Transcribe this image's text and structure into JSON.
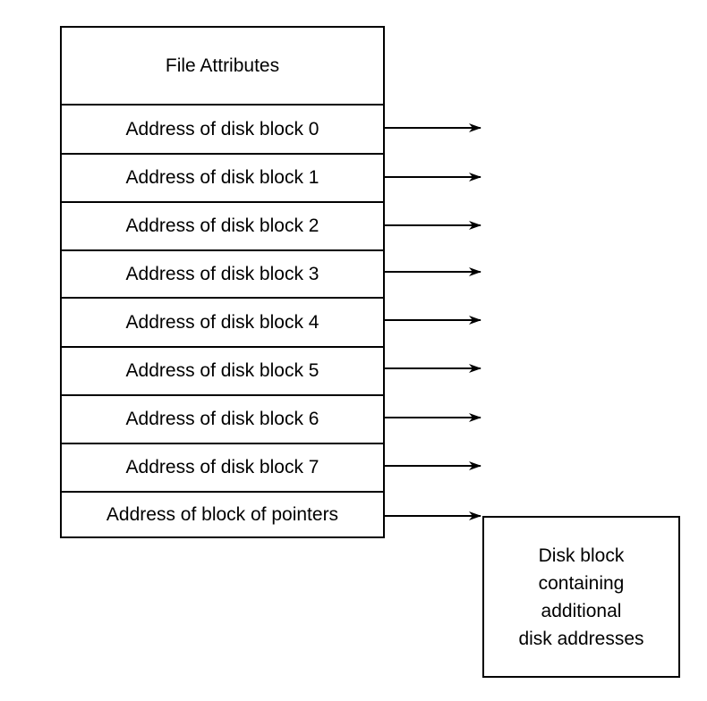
{
  "inode": {
    "attributes_label": "File Attributes",
    "rows": [
      {
        "label": "Address of disk block 0"
      },
      {
        "label": "Address of disk block 1"
      },
      {
        "label": "Address of disk block 2"
      },
      {
        "label": "Address of disk block 3"
      },
      {
        "label": "Address of disk block 4"
      },
      {
        "label": "Address of disk block 5"
      },
      {
        "label": "Address of disk block 6"
      },
      {
        "label": "Address of disk block 7"
      },
      {
        "label": "Address of block of pointers"
      }
    ]
  },
  "external_block": {
    "lines": [
      "Disk block",
      "containing",
      "additional",
      "disk addresses"
    ]
  }
}
